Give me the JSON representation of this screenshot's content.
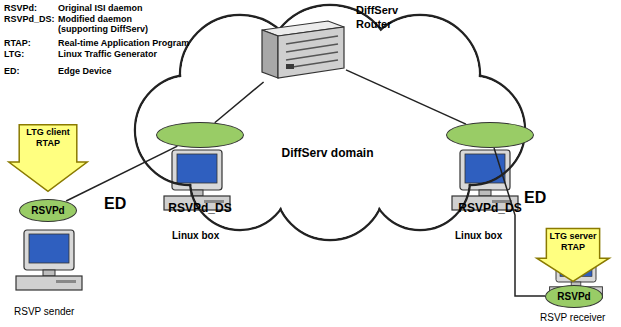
{
  "diagram": {
    "nodes": [
      {
        "text": [
          "DiffServ domain"
        ]
      },
      {
        "text": [
          "DiffServ Router"
        ]
      },
      {
        "text": [
          "RSVPd_DS"
        ],
        "in": 0
      },
      {
        "text": [
          "RSVPd_DS"
        ],
        "in": 0
      },
      {
        "text": [
          "LTG client RTAP"
        ]
      },
      {
        "text": [
          "RSVPd"
        ]
      },
      {
        "text": [
          "LTG server RTAP"
        ]
      },
      {
        "text": [
          "RSVPd"
        ]
      }
    ],
    "edges": [
      {
        "from": 1,
        "to": 2,
        "arrow": "none"
      },
      {
        "from": 1,
        "to": 3,
        "arrow": "none"
      },
      {
        "from": 2,
        "to": 5,
        "arrow": "none"
      },
      {
        "from": 3,
        "to": 7,
        "arrow": "none"
      }
    ],
    "labels": [
      "RSVPd:",
      "Original ISI daemon",
      "RSVPd_DS:",
      "Modified daemon (supporting DiffServ)",
      "RTAP:",
      "Real-time Application Program",
      "LTG:",
      "Linux Traffic Generator",
      "ED:",
      "Edge Device",
      "ED",
      "Linux box",
      "ED",
      "Linux box",
      "RSVP sender",
      "RSVP receiver"
    ]
  }
}
